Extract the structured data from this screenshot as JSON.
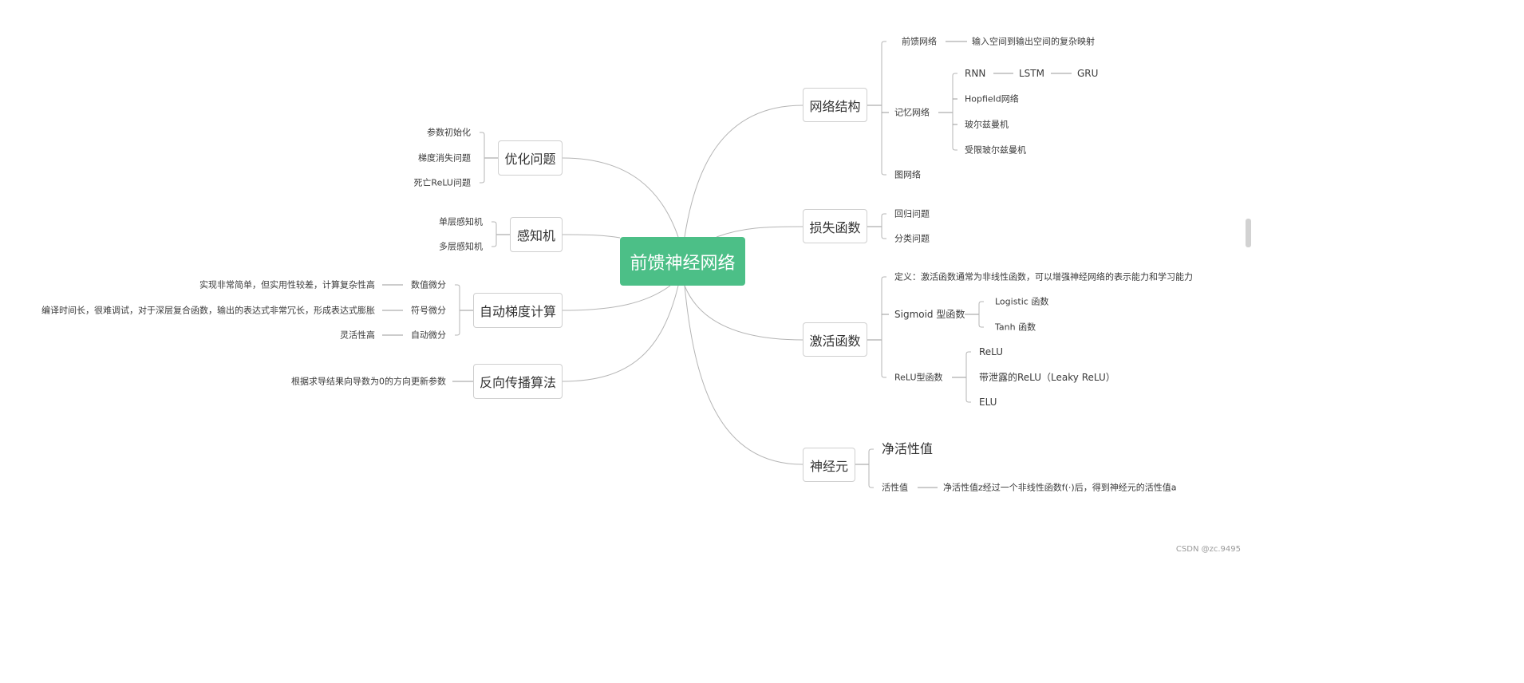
{
  "root": "前馈神经网络",
  "right": {
    "structure": {
      "label": "网络结构",
      "ff": "前馈网络",
      "ff_desc": "输入空间到输出空间的复杂映射",
      "mem": "记忆网络",
      "rnn": "RNN",
      "lstm": "LSTM",
      "gru": "GRU",
      "hopfield": "Hopfield网络",
      "boltzmann": "玻尔兹曼机",
      "rbm": "受限玻尔兹曼机",
      "graph": "图网络"
    },
    "loss": {
      "label": "损失函数",
      "regression": "回归问题",
      "classification": "分类问题"
    },
    "activation": {
      "label": "激活函数",
      "definition": "定义：激活函数通常为非线性函数，可以增强神经网络的表示能力和学习能力",
      "sigmoid": "Sigmoid 型函数",
      "logistic": "Logistic 函数",
      "tanh": "Tanh 函数",
      "relu_type": "ReLU型函数",
      "relu": "ReLU",
      "leaky": "带泄露的ReLU（Leaky ReLU）",
      "elu": "ELU"
    },
    "neuron": {
      "label": "神经元",
      "net": "净活性值",
      "act": "活性值",
      "act_desc": "净活性值z经过一个非线性函数f(·)后，得到神经元的活性值a"
    }
  },
  "left": {
    "optimization": {
      "label": "优化问题",
      "init": "参数初始化",
      "vanish": "梯度消失问题",
      "dead": "死亡ReLU问题"
    },
    "perceptron": {
      "label": "感知机",
      "single": "单层感知机",
      "multi": "多层感知机"
    },
    "autodiff": {
      "label": "自动梯度计算",
      "numeric": "数值微分",
      "numeric_desc": "实现非常简单，但实用性较差，计算复杂性高",
      "symbolic": "符号微分",
      "symbolic_desc": "编译时间长，很难调试，对于深层复合函数，输出的表达式非常冗长，形成表达式膨胀",
      "auto": "自动微分",
      "auto_desc": "灵活性高"
    },
    "backprop": {
      "label": "反向传播算法",
      "desc": "根据求导结果向导数为0的方向更新参数"
    }
  },
  "watermark": "CSDN @zc.9495"
}
